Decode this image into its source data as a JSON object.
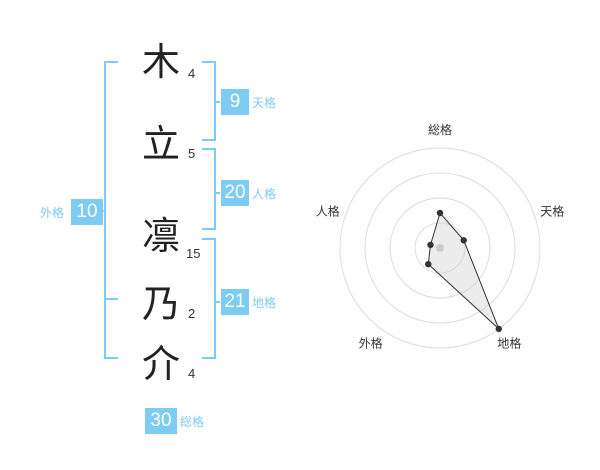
{
  "name": {
    "chars": [
      {
        "char": "木",
        "strokes": "4"
      },
      {
        "char": "立",
        "strokes": "5"
      },
      {
        "char": "凛",
        "strokes": "15"
      },
      {
        "char": "乃",
        "strokes": "2"
      },
      {
        "char": "介",
        "strokes": "4"
      }
    ]
  },
  "fortunes": {
    "tenkaku": {
      "label": "天格",
      "value": "9"
    },
    "jinkaku": {
      "label": "人格",
      "value": "20"
    },
    "chikaku": {
      "label": "地格",
      "value": "21"
    },
    "gaikaku": {
      "label": "外格",
      "value": "10"
    },
    "soukaku": {
      "label": "総格",
      "value": "30"
    }
  },
  "colors": {
    "accent": "#7ecbf3",
    "text": "#222222",
    "grid": "#dddddd"
  },
  "chart_data": {
    "type": "radar",
    "axes": [
      "総格",
      "天格",
      "地格",
      "外格",
      "人格"
    ],
    "values": [
      0.35,
      0.25,
      1.0,
      0.2,
      0.1
    ],
    "rings": 4,
    "grid": true
  }
}
